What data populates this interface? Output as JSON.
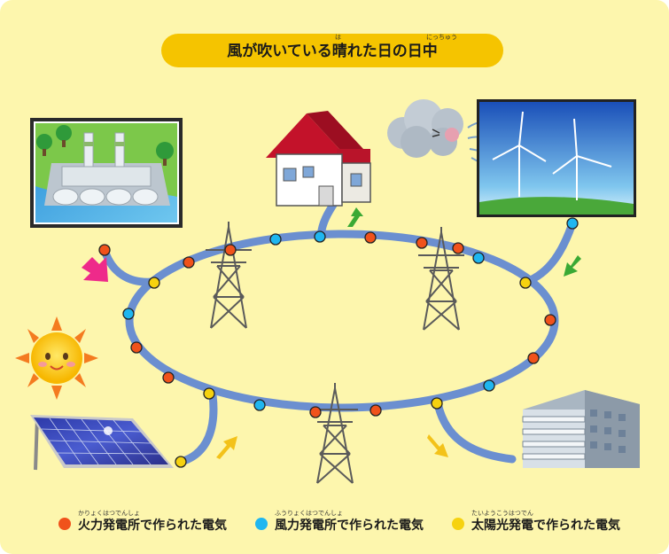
{
  "title": {
    "text": "風が吹いている晴れた日の日中",
    "ruby_hare": "は",
    "ruby_nicchuu": "にっちゅう"
  },
  "legend": [
    {
      "label": "火力発電所で作られた電気",
      "ruby": "かりょくはつでんしょ",
      "color": "#f0521b"
    },
    {
      "label": "風力発電所で作られた電気",
      "ruby": "ふうりょくはつでんしょ",
      "color": "#1fb6f0"
    },
    {
      "label": "太陽光発電で作られた電気",
      "ruby": "たいようこうはつでん",
      "color": "#f6d20f"
    }
  ],
  "colors": {
    "background": "#fdf6ad",
    "title_pill": "#f5c400",
    "grid_line": "#6b8fd0",
    "arrow_pink": "#ee2a8a",
    "arrow_green": "#3aa934",
    "arrow_yellow": "#f3c21a"
  }
}
